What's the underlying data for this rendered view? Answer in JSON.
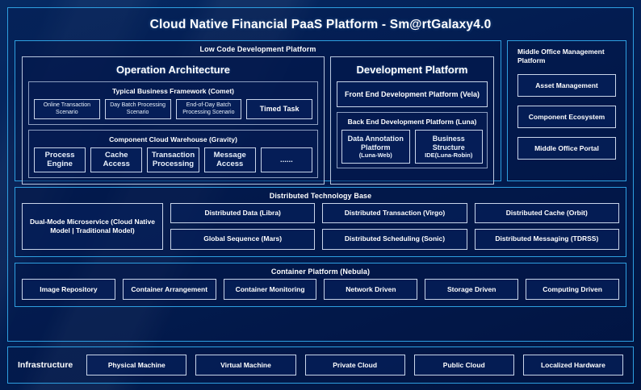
{
  "title": "Cloud Native Financial PaaS Platform - Sm@rtGalaxy4.0",
  "low_code": {
    "title": "Low Code Development Platform",
    "operation_architecture": {
      "title": "Operation Architecture",
      "business_framework": {
        "title": "Typical Business Framework (Comet)",
        "items": [
          "Online Transaction Scenario",
          "Day Batch Processing Scenario",
          "End-of-Day Batch Processing Scenario",
          "Timed Task"
        ]
      },
      "component_warehouse": {
        "title": "Component Cloud Warehouse (Gravity)",
        "items": [
          "Process Engine",
          "Cache Access",
          "Transaction Processing",
          "Message Access",
          "......"
        ]
      }
    },
    "development_platform": {
      "title": "Development Platform",
      "front_end": "Front End Development Platform (Vela)",
      "back_end": {
        "title": "Back End Development Platform (Luna)",
        "items": [
          {
            "main": "Data Annotation Platform",
            "sub": "(Luna-Web)"
          },
          {
            "main": "Business Structure",
            "sub": "IDE(Luna-Robin)"
          }
        ]
      }
    }
  },
  "middle_office": {
    "title": "Middle Office Management Platform",
    "items": [
      "Asset Management",
      "Component Ecosystem",
      "Middle Office Portal"
    ]
  },
  "distributed_base": {
    "title": "Distributed Technology Base",
    "highlight": "Dual-Mode Microservice (Cloud Native Model | Traditional Model)",
    "columns": [
      [
        "Distributed Data (Libra)",
        "Global Sequence (Mars)"
      ],
      [
        "Distributed Transaction (Virgo)",
        "Distributed Scheduling (Sonic)"
      ],
      [
        "Distributed Cache (Orbit)",
        "Distributed Messaging (TDRSS)"
      ]
    ]
  },
  "container_platform": {
    "title": "Container Platform (Nebula)",
    "items": [
      "Image Repository",
      "Container Arrangement",
      "Container Monitoring",
      "Network Driven",
      "Storage Driven",
      "Computing Driven"
    ]
  },
  "infrastructure": {
    "label": "Infrastructure",
    "items": [
      "Physical Machine",
      "Virtual Machine",
      "Private Cloud",
      "Public Cloud",
      "Localized Hardware"
    ]
  },
  "colors": {
    "background": "#031b4d",
    "accent_border": "#2e9fe0",
    "chip_border": "#c9d5ea",
    "group_border": "#8d9ec0",
    "text": "#ffffff"
  }
}
